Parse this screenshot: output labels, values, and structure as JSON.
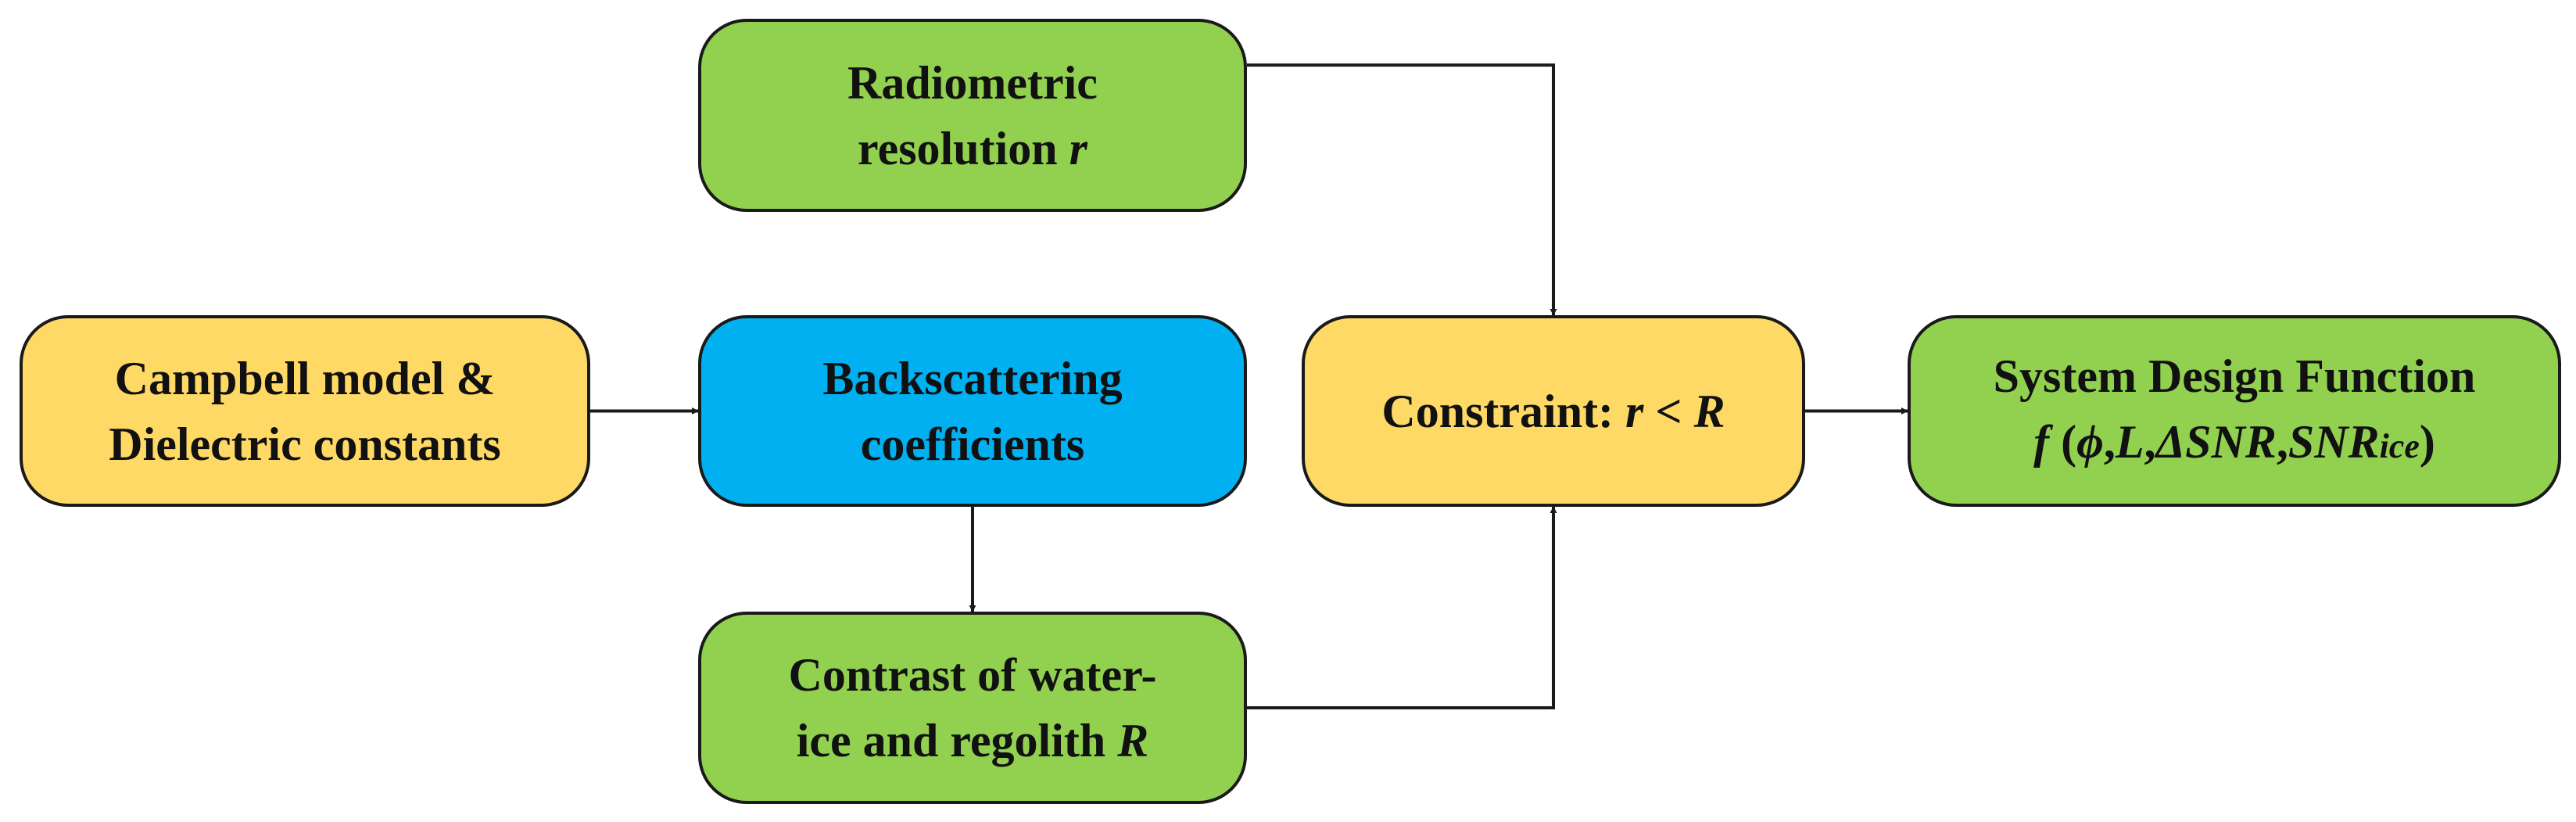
{
  "colors": {
    "green": "#92d050",
    "yellow": "#ffd966",
    "blue": "#00b0f0",
    "stroke": "#1a1a1a"
  },
  "nodes": {
    "radiometric": {
      "line1": "Radiometric",
      "line2_text": "resolution ",
      "line2_var": "r"
    },
    "campbell": {
      "line1": "Campbell model &",
      "line2": "Dielectric constants"
    },
    "backscatter": {
      "line1": "Backscattering",
      "line2": "coefficients"
    },
    "contrast": {
      "line1": "Contrast of water-",
      "line2_text": "ice and regolith ",
      "line2_var": "R"
    },
    "constraint": {
      "label": "Constraint: ",
      "expr": "r < R"
    },
    "system": {
      "line1": "System Design Function",
      "func": "f",
      "args_open": " (",
      "phi": "ϕ",
      "sep1": ",",
      "L": "L",
      "sep2": ",",
      "dsnr": "ΔSNR",
      "sep3": ",",
      "snr": "SNR",
      "snr_sub": "ice",
      "args_close": ")"
    }
  },
  "edges": [
    {
      "from": "campbell",
      "to": "backscatter"
    },
    {
      "from": "backscatter",
      "to": "contrast"
    },
    {
      "from": "radiometric",
      "to": "constraint"
    },
    {
      "from": "contrast",
      "to": "constraint"
    },
    {
      "from": "constraint",
      "to": "system"
    }
  ]
}
